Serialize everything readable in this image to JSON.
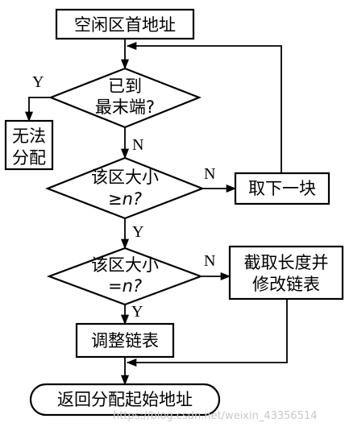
{
  "nodes": {
    "start": "空闲区首地址",
    "reached_end_line1": "已到",
    "reached_end_line2": "最末端?",
    "no_allocation_line1": "无法",
    "no_allocation_line2": "分配",
    "size_ge_line1": "该区大小",
    "size_ge_line2": "≥n?",
    "take_next": "取下一块",
    "size_eq_line1": "该区大小",
    "size_eq_line2": "=n?",
    "cut_line1": "截取长度并",
    "cut_line2": "修改链表",
    "adjust": "调整链表",
    "return": "返回分配起始地址"
  },
  "labels": {
    "yes": "Y",
    "no": "N"
  },
  "watermark": "https://blog.csdn.net/weixin_43356514"
}
